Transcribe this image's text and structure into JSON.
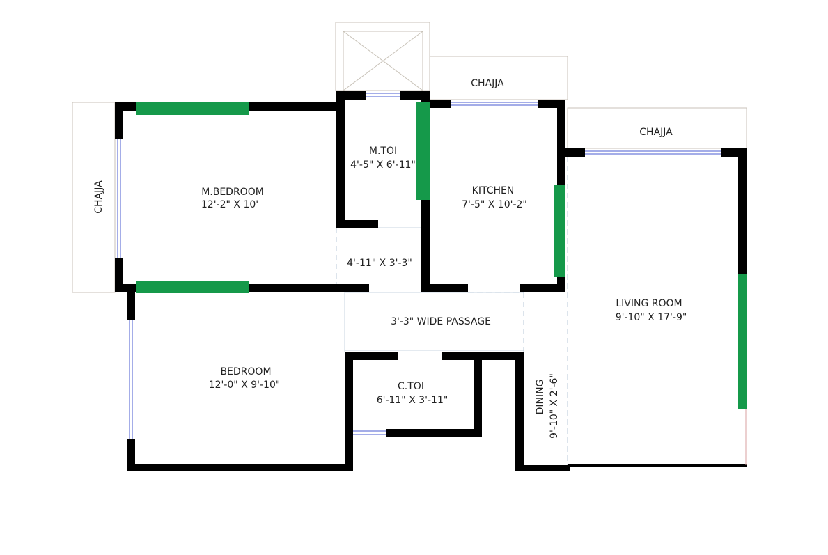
{
  "plan": {
    "chajja_label": "CHAJJA",
    "rooms": {
      "master_bedroom": {
        "name": "M.BEDROOM",
        "size": "12'-2\" X 10'"
      },
      "master_toilet": {
        "name": "M.TOI",
        "size": "4'-5\" X 6'-11\""
      },
      "lobby": {
        "size": "4'-11\" X 3'-3\""
      },
      "kitchen": {
        "name": "KITCHEN",
        "size": "7'-5\" X 10'-2\""
      },
      "passage": {
        "name": "3'-3\" WIDE PASSAGE"
      },
      "living_room": {
        "name": "LIVING ROOM",
        "size": "9'-10\" X 17'-9\""
      },
      "bedroom": {
        "name": "BEDROOM",
        "size": "12'-0\" X 9'-10\""
      },
      "common_toilet": {
        "name": "C.TOI",
        "size": "6'-11\" X 3'-11\""
      },
      "dining": {
        "name": "DINING",
        "size": "9'-10\" X 2'-6\""
      }
    },
    "colors": {
      "wall": "#000000",
      "window_green": "#15994a",
      "glazing": "#4a5bd0"
    }
  }
}
